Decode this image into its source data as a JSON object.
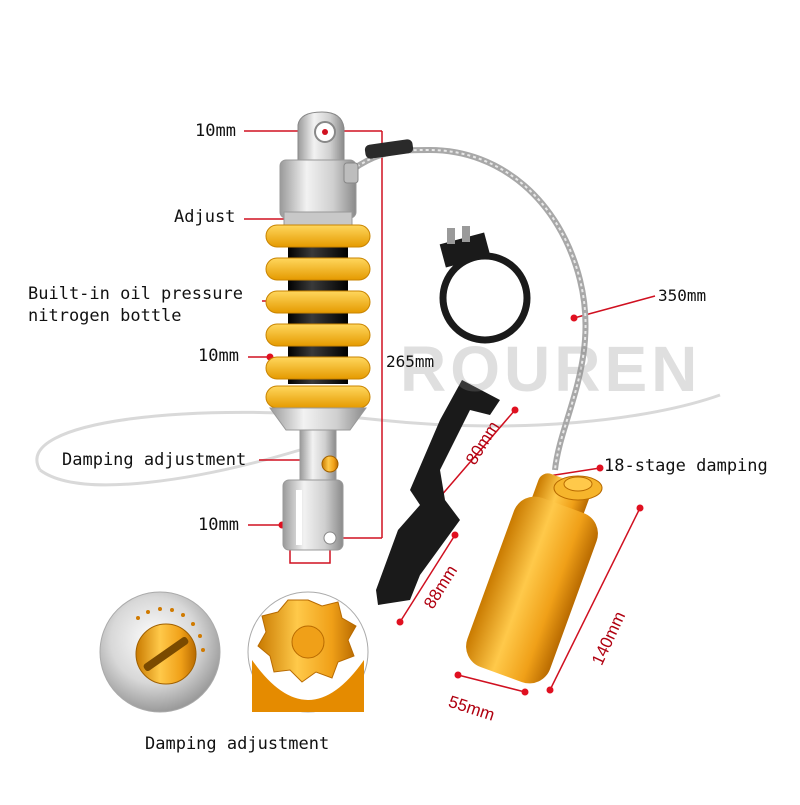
{
  "labels": {
    "top_mount": "10mm",
    "adjust": "Adjust",
    "oil_bottle_line1": "Built-in oil pressure",
    "oil_bottle_line2": "nitrogen bottle",
    "spring": "10mm",
    "damping_adjust": "Damping adjustment",
    "bottom_mount": "10mm",
    "length": "265mm",
    "hose_length": "350mm",
    "stage_damping": "18-stage damping",
    "bracket_80": "80mm",
    "bracket_88": "88mm",
    "reservoir_height": "140mm",
    "reservoir_width": "55mm",
    "inset_caption": "Damping adjustment"
  },
  "watermark": "ROUREN",
  "colors": {
    "spring": "#f2b41c",
    "reservoir": "#f0a018",
    "dimension_line": "#d01020",
    "silver": "#d9d9d9",
    "black_body": "#1a1a1a"
  }
}
